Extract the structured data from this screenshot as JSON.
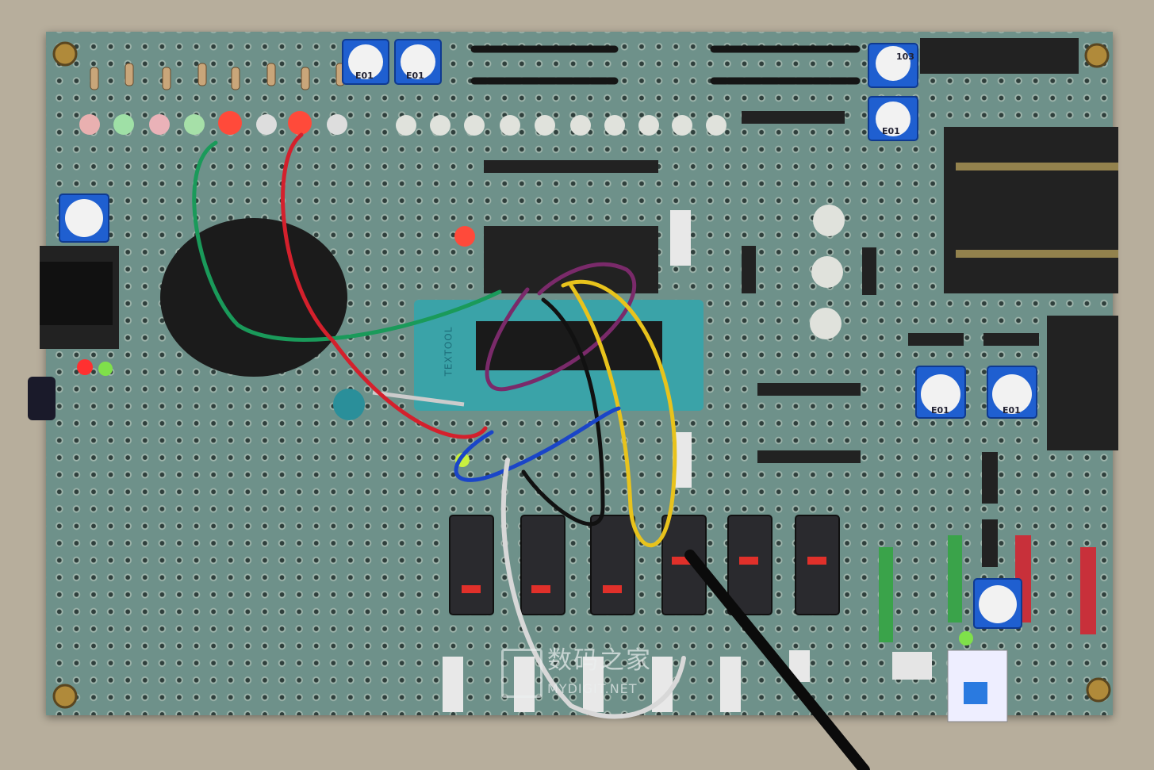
{
  "image": {
    "subject": "perfboard-circuit",
    "colors": {
      "board": "#6e918a",
      "background": "#b7ae9c",
      "wire_red": "#d4202c",
      "wire_green": "#1a9a5a",
      "wire_yellow": "#e8c31c",
      "wire_purple": "#7a2a6a",
      "wire_blue": "#1a45c8",
      "wire_white": "#d8d8d8",
      "wire_black": "#111111",
      "zif": "#3aa3a8"
    }
  },
  "labels": {
    "pot_103": "103",
    "pot_e01": "E01",
    "zif": "TEXTOOL"
  },
  "watermark": {
    "cn": "数码之家",
    "en": "MYDIGIT.NET"
  }
}
